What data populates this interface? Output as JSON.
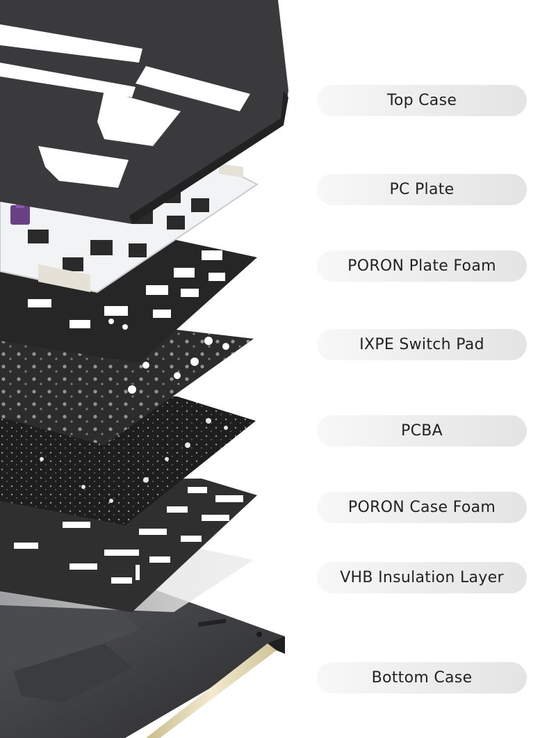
{
  "layers": [
    {
      "id": "top-case",
      "label": "Top Case"
    },
    {
      "id": "pc-plate",
      "label": "PC Plate"
    },
    {
      "id": "poron-plate-foam",
      "label": "PORON Plate Foam"
    },
    {
      "id": "ixpe-switch-pad",
      "label": "IXPE Switch Pad"
    },
    {
      "id": "pcba",
      "label": "PCBA"
    },
    {
      "id": "poron-case-foam",
      "label": "PORON Case Foam"
    },
    {
      "id": "vhb-insulation-layer",
      "label": "VHB Insulation Layer"
    },
    {
      "id": "bottom-case",
      "label": "Bottom Case"
    }
  ],
  "colors": {
    "background": "#ffffff",
    "label_pill": "#efefef",
    "label_text": "#222222",
    "case": "#3a3a3c",
    "foam": "#2a2a2a",
    "pcb": "#1e1e1e",
    "plate": "#e9ecef",
    "switch": "#6b3f86",
    "gold_trim": "#e8dcae"
  }
}
